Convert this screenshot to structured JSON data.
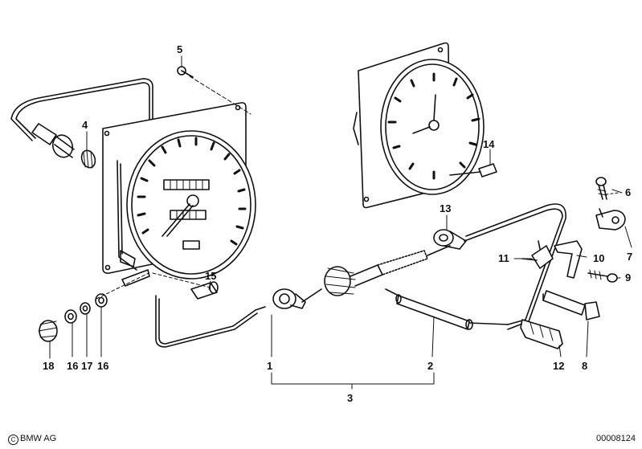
{
  "callouts": [
    "1",
    "2",
    "3",
    "4",
    "5",
    "6",
    "7",
    "8",
    "9",
    "10",
    "11",
    "12",
    "13",
    "14",
    "15",
    "16",
    "17",
    "18"
  ],
  "bottom_labels": [
    "18",
    "16",
    "17",
    "16"
  ],
  "footer": {
    "copyright_symbol": "C",
    "copyright": "BMW AG",
    "drawing_number": "00008124"
  },
  "colors": {
    "ink": "#111111",
    "paper": "#ffffff"
  }
}
